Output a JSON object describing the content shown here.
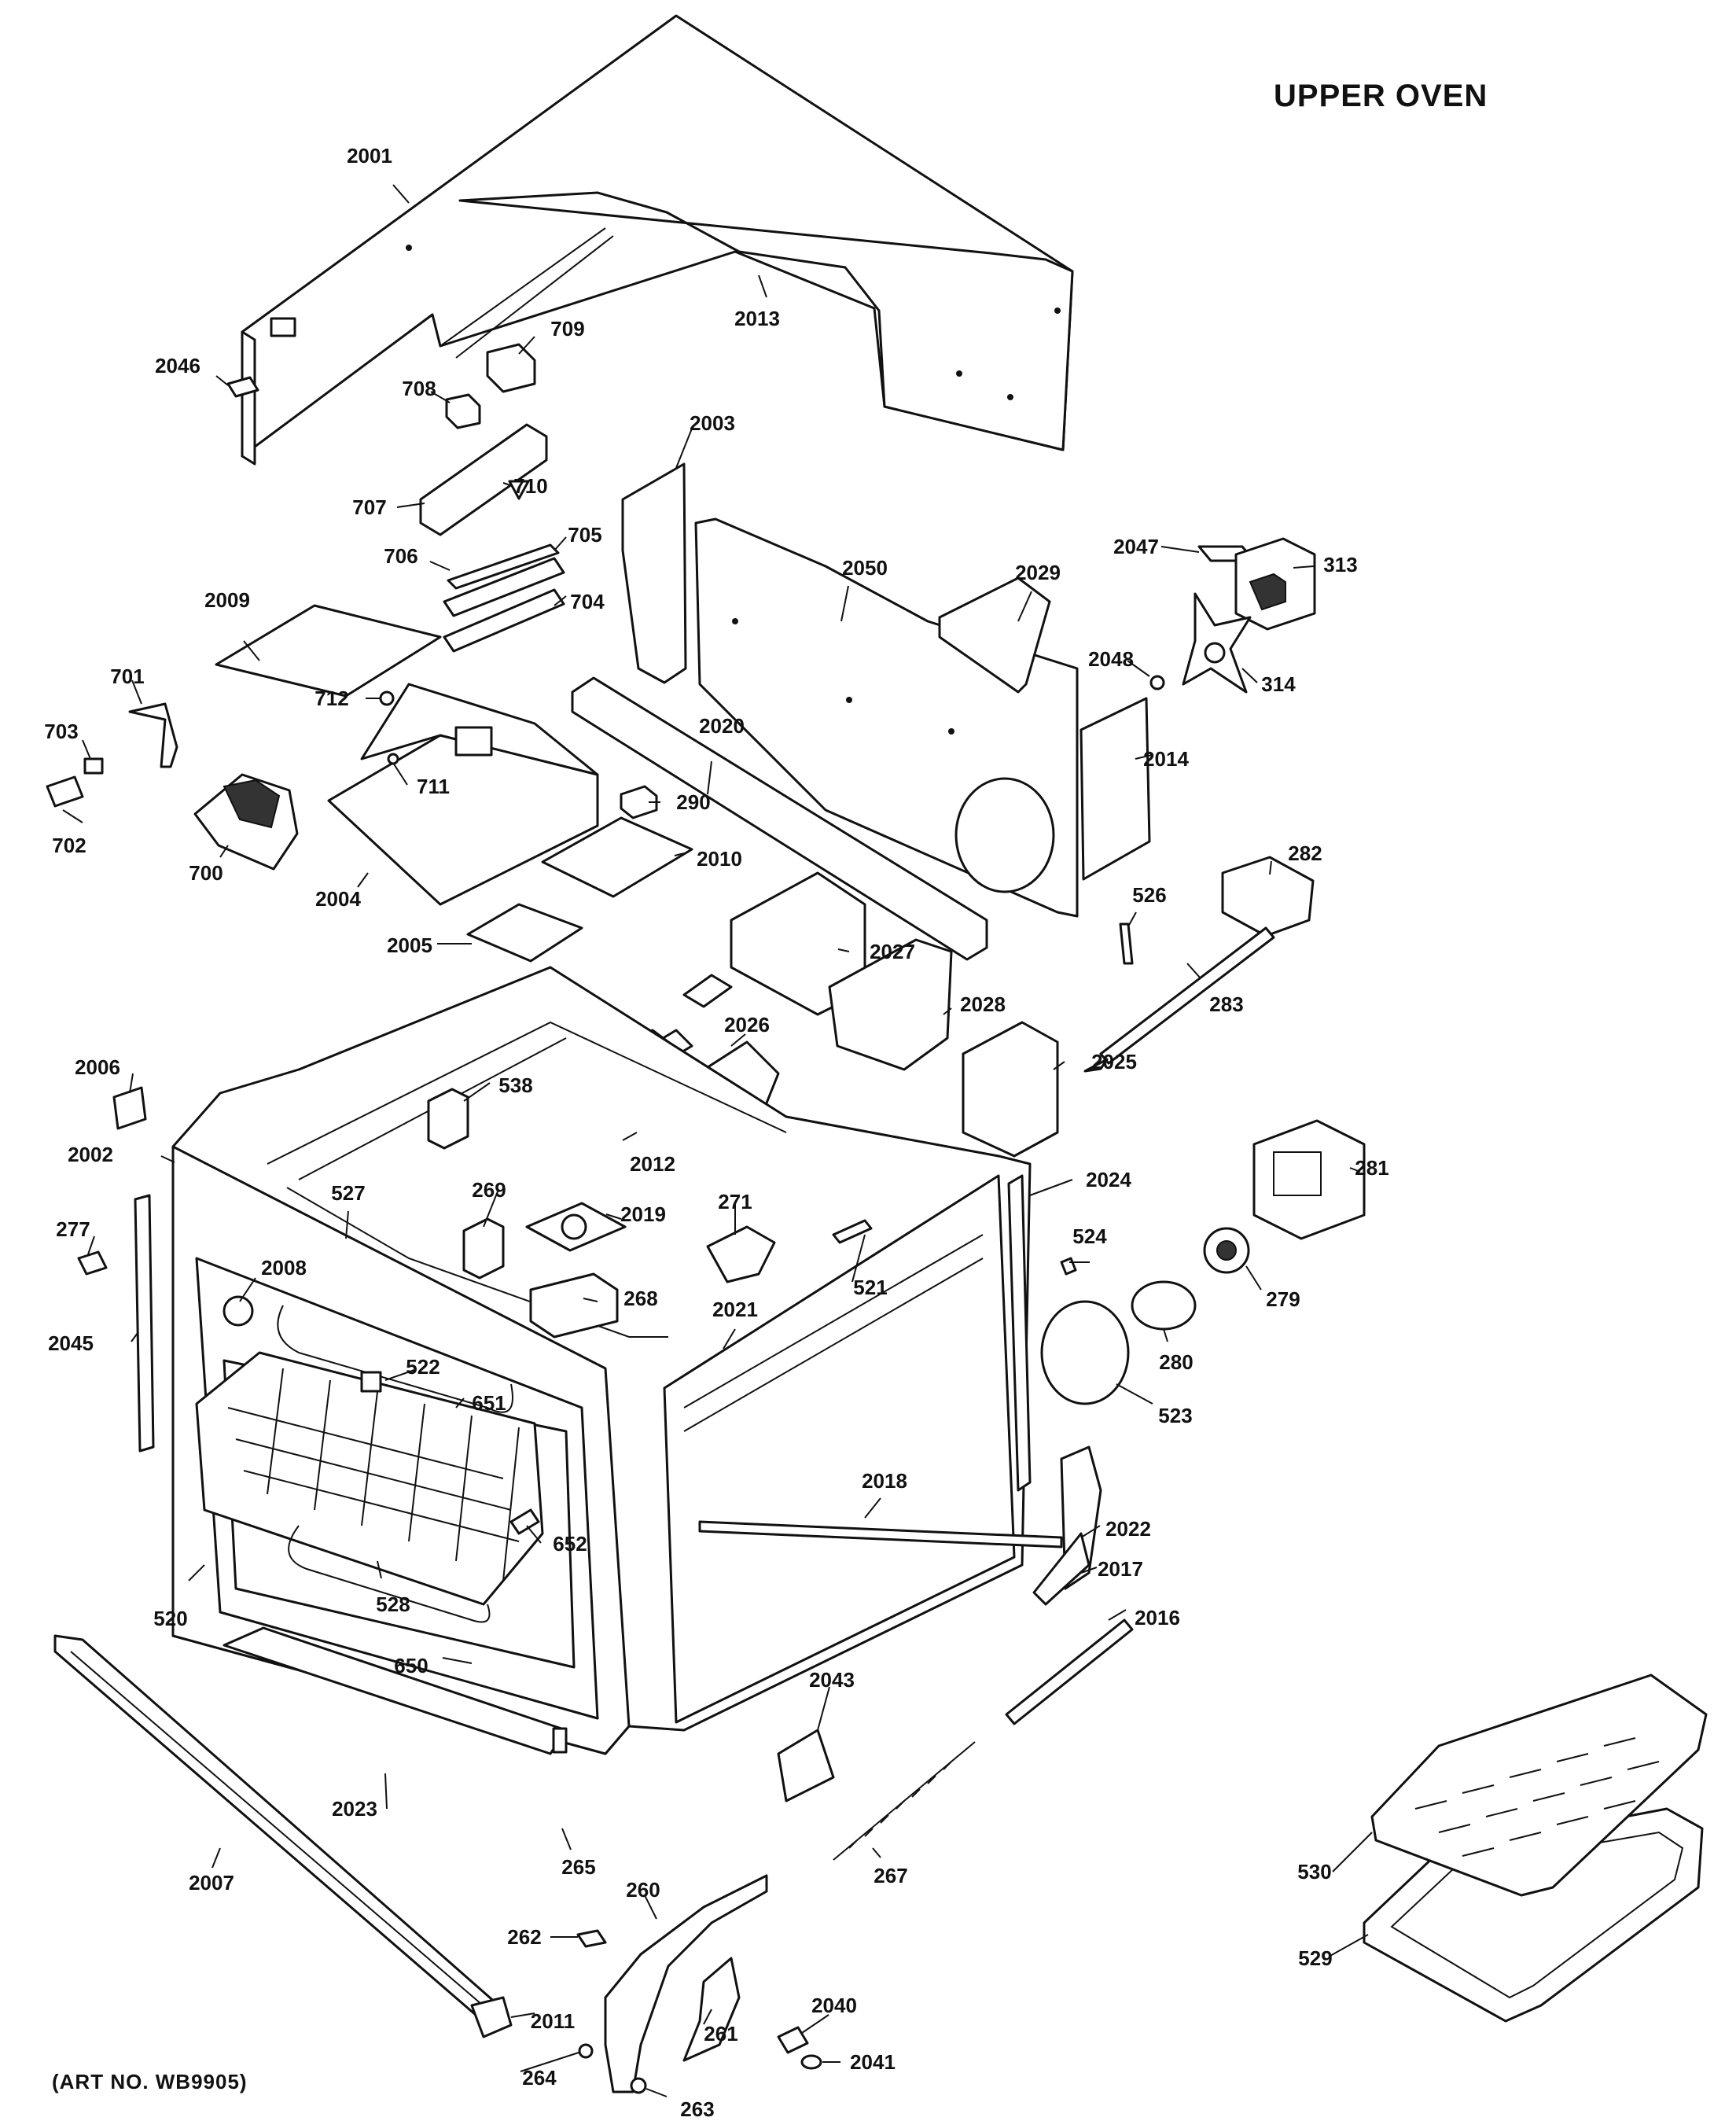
{
  "title": "UPPER OVEN",
  "art_number": "(ART NO. WB9905)",
  "parts": [
    {
      "id": "2001",
      "label": "2001"
    },
    {
      "id": "2013",
      "label": "2013"
    },
    {
      "id": "2046",
      "label": "2046"
    },
    {
      "id": "709",
      "label": "709"
    },
    {
      "id": "708",
      "label": "708"
    },
    {
      "id": "707",
      "label": "707"
    },
    {
      "id": "710",
      "label": "710"
    },
    {
      "id": "706",
      "label": "706"
    },
    {
      "id": "705",
      "label": "705"
    },
    {
      "id": "704",
      "label": "704"
    },
    {
      "id": "2003",
      "label": "2003"
    },
    {
      "id": "2050",
      "label": "2050"
    },
    {
      "id": "2029",
      "label": "2029"
    },
    {
      "id": "2047",
      "label": "2047"
    },
    {
      "id": "313",
      "label": "313"
    },
    {
      "id": "2048",
      "label": "2048"
    },
    {
      "id": "314",
      "label": "314"
    },
    {
      "id": "2009",
      "label": "2009"
    },
    {
      "id": "712",
      "label": "712"
    },
    {
      "id": "701",
      "label": "701"
    },
    {
      "id": "703",
      "label": "703"
    },
    {
      "id": "711",
      "label": "711"
    },
    {
      "id": "2020",
      "label": "2020"
    },
    {
      "id": "2014",
      "label": "2014"
    },
    {
      "id": "702",
      "label": "702"
    },
    {
      "id": "700",
      "label": "700"
    },
    {
      "id": "290",
      "label": "290"
    },
    {
      "id": "2004",
      "label": "2004"
    },
    {
      "id": "2010",
      "label": "2010"
    },
    {
      "id": "282",
      "label": "282"
    },
    {
      "id": "526",
      "label": "526"
    },
    {
      "id": "2005",
      "label": "2005"
    },
    {
      "id": "2027",
      "label": "2027"
    },
    {
      "id": "283",
      "label": "283"
    },
    {
      "id": "2028",
      "label": "2028"
    },
    {
      "id": "2026",
      "label": "2026"
    },
    {
      "id": "538",
      "label": "538"
    },
    {
      "id": "2006",
      "label": "2006"
    },
    {
      "id": "2025",
      "label": "2025"
    },
    {
      "id": "2002",
      "label": "2002"
    },
    {
      "id": "2012",
      "label": "2012"
    },
    {
      "id": "2024",
      "label": "2024"
    },
    {
      "id": "281",
      "label": "281"
    },
    {
      "id": "269",
      "label": "269"
    },
    {
      "id": "271",
      "label": "271"
    },
    {
      "id": "527",
      "label": "527"
    },
    {
      "id": "2019",
      "label": "2019"
    },
    {
      "id": "277",
      "label": "277"
    },
    {
      "id": "524",
      "label": "524"
    },
    {
      "id": "2008",
      "label": "2008"
    },
    {
      "id": "521",
      "label": "521"
    },
    {
      "id": "279",
      "label": "279"
    },
    {
      "id": "268",
      "label": "268"
    },
    {
      "id": "2021",
      "label": "2021"
    },
    {
      "id": "2045",
      "label": "2045"
    },
    {
      "id": "280",
      "label": "280"
    },
    {
      "id": "522",
      "label": "522"
    },
    {
      "id": "651",
      "label": "651"
    },
    {
      "id": "523",
      "label": "523"
    },
    {
      "id": "2018",
      "label": "2018"
    },
    {
      "id": "652",
      "label": "652"
    },
    {
      "id": "2022",
      "label": "2022"
    },
    {
      "id": "2017",
      "label": "2017"
    },
    {
      "id": "520",
      "label": "520"
    },
    {
      "id": "528",
      "label": "528"
    },
    {
      "id": "2016",
      "label": "2016"
    },
    {
      "id": "650",
      "label": "650"
    },
    {
      "id": "2043",
      "label": "2043"
    },
    {
      "id": "2023",
      "label": "2023"
    },
    {
      "id": "530",
      "label": "530"
    },
    {
      "id": "265",
      "label": "265"
    },
    {
      "id": "267",
      "label": "267"
    },
    {
      "id": "2007",
      "label": "2007"
    },
    {
      "id": "260",
      "label": "260"
    },
    {
      "id": "529",
      "label": "529"
    },
    {
      "id": "262",
      "label": "262"
    },
    {
      "id": "2011",
      "label": "2011"
    },
    {
      "id": "2040",
      "label": "2040"
    },
    {
      "id": "261",
      "label": "261"
    },
    {
      "id": "2041",
      "label": "2041"
    },
    {
      "id": "264",
      "label": "264"
    },
    {
      "id": "263",
      "label": "263"
    }
  ]
}
